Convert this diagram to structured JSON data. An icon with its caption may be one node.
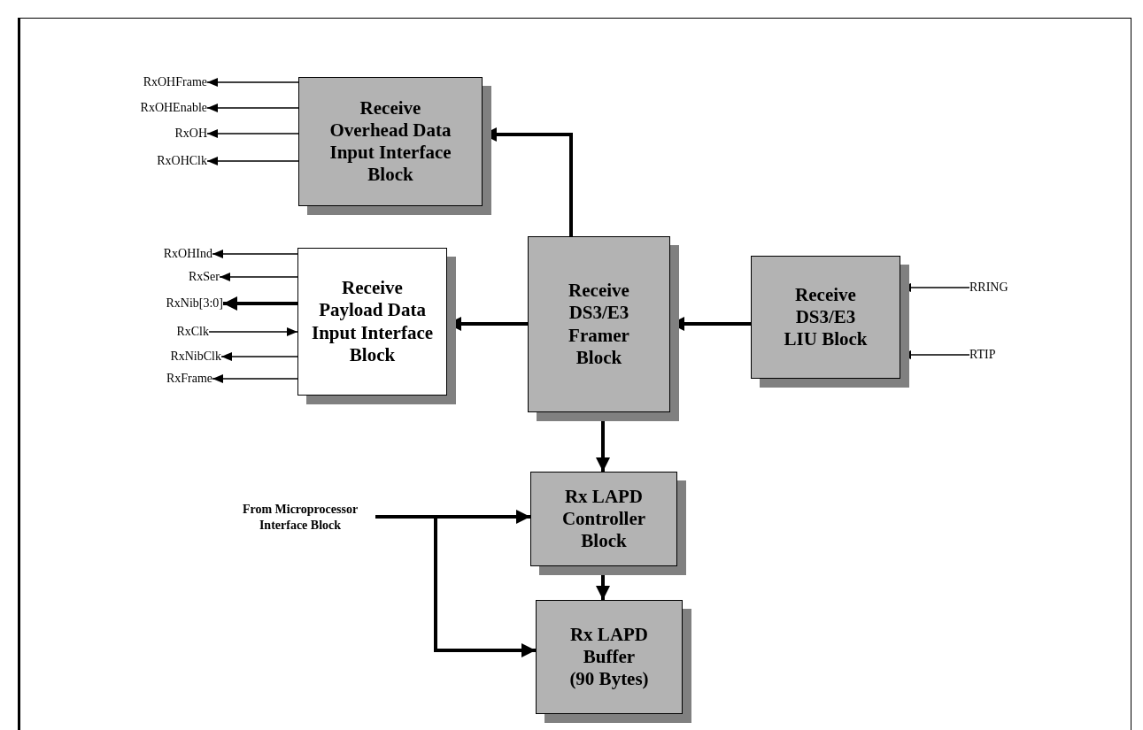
{
  "diagram": {
    "nodes": [
      {
        "text": [
          "Receive Overhead Data Input Interface Block"
        ]
      },
      {
        "text": [
          "Receive Payload Data Input Interface Block"
        ]
      },
      {
        "text": [
          "Receive DS3/E3 Framer Block"
        ]
      },
      {
        "text": [
          "Receive DS3/E3 LIU Block"
        ]
      },
      {
        "text": [
          "Rx LAPD Controller Block"
        ]
      },
      {
        "text": [
          "Rx LAPD Buffer (90 Bytes)"
        ]
      },
      {
        "text": [
          "RxOHFrame"
        ]
      },
      {
        "text": [
          "RxOHEnable"
        ]
      },
      {
        "text": [
          "RxOH"
        ]
      },
      {
        "text": [
          "RxOHClk"
        ]
      },
      {
        "text": [
          "RxOHInd"
        ]
      },
      {
        "text": [
          "RxSer"
        ]
      },
      {
        "text": [
          "RxNib[3:0]"
        ]
      },
      {
        "text": [
          "RxClk"
        ]
      },
      {
        "text": [
          "RxNibClk"
        ]
      },
      {
        "text": [
          "RxFrame"
        ]
      },
      {
        "text": [
          "RRING"
        ]
      },
      {
        "text": [
          "RTIP"
        ]
      },
      {
        "text": [
          "From Microprocessor Interface Block"
        ]
      }
    ],
    "edges": [
      {
        "from": 0,
        "to": 6,
        "arrow": "to"
      },
      {
        "from": 0,
        "to": 7,
        "arrow": "to"
      },
      {
        "from": 0,
        "to": 8,
        "arrow": "to"
      },
      {
        "from": 0,
        "to": 9,
        "arrow": "to"
      },
      {
        "from": 2,
        "to": 0,
        "arrow": "to",
        "style": "thick"
      },
      {
        "from": 1,
        "to": 10,
        "arrow": "to"
      },
      {
        "from": 1,
        "to": 11,
        "arrow": "to"
      },
      {
        "from": 1,
        "to": 12,
        "arrow": "to",
        "style": "thick"
      },
      {
        "from": 13,
        "to": 1,
        "arrow": "to"
      },
      {
        "from": 1,
        "to": 14,
        "arrow": "to"
      },
      {
        "from": 1,
        "to": 15,
        "arrow": "to"
      },
      {
        "from": 2,
        "to": 1,
        "arrow": "to",
        "style": "thick"
      },
      {
        "from": 3,
        "to": 2,
        "arrow": "to",
        "style": "thick"
      },
      {
        "from": 16,
        "to": 3,
        "arrow": "to"
      },
      {
        "from": 17,
        "to": 3,
        "arrow": "to"
      },
      {
        "from": 2,
        "to": 4,
        "arrow": "to",
        "style": "thick"
      },
      {
        "from": 18,
        "to": 4,
        "arrow": "to",
        "style": "thick"
      },
      {
        "from": 18,
        "to": 5,
        "arrow": "to",
        "style": "thick"
      },
      {
        "from": 4,
        "to": 5,
        "arrow": "to",
        "style": "thick"
      }
    ]
  }
}
